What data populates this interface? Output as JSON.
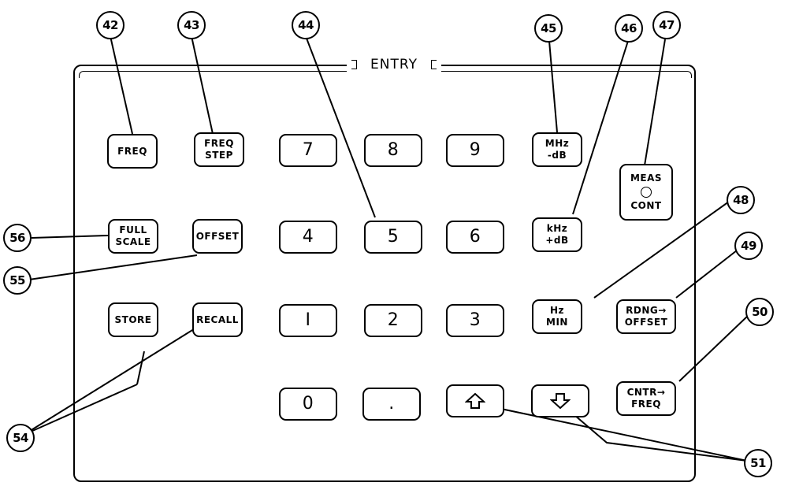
{
  "panel": {
    "title": "ENTRY"
  },
  "keys": {
    "freq": [
      "FREQ"
    ],
    "freq_step": [
      "FREQ",
      "STEP"
    ],
    "full_scale": [
      "FULL",
      "SCALE"
    ],
    "offset": [
      "OFFSET"
    ],
    "store": [
      "STORE"
    ],
    "recall": [
      "RECALL"
    ],
    "d7": [
      "7"
    ],
    "d8": [
      "8"
    ],
    "d9": [
      "9"
    ],
    "d4": [
      "4"
    ],
    "d5": [
      "5"
    ],
    "d6": [
      "6"
    ],
    "d1": [
      "I"
    ],
    "d2": [
      "2"
    ],
    "d3": [
      "3"
    ],
    "d0": [
      "0"
    ],
    "dot": [
      "."
    ],
    "mhz": [
      "MHz",
      "-dB"
    ],
    "khz": [
      "kHz",
      "+dB"
    ],
    "hz": [
      "Hz",
      "MIN"
    ],
    "meas_cont": {
      "top": "MEAS",
      "bottom": "CONT"
    },
    "rdng_offset": [
      "RDNG→",
      "OFFSET"
    ],
    "cntr_freq": [
      "CNTR→",
      "FREQ"
    ],
    "up_arrow_icon": "up-arrow-icon",
    "down_arrow_icon": "down-arrow-icon"
  },
  "callouts": {
    "c42": "42",
    "c43": "43",
    "c44": "44",
    "c45": "45",
    "c46": "46",
    "c47": "47",
    "c48": "48",
    "c49": "49",
    "c50": "50",
    "c51": "51",
    "c54": "54",
    "c55": "55",
    "c56": "56"
  }
}
